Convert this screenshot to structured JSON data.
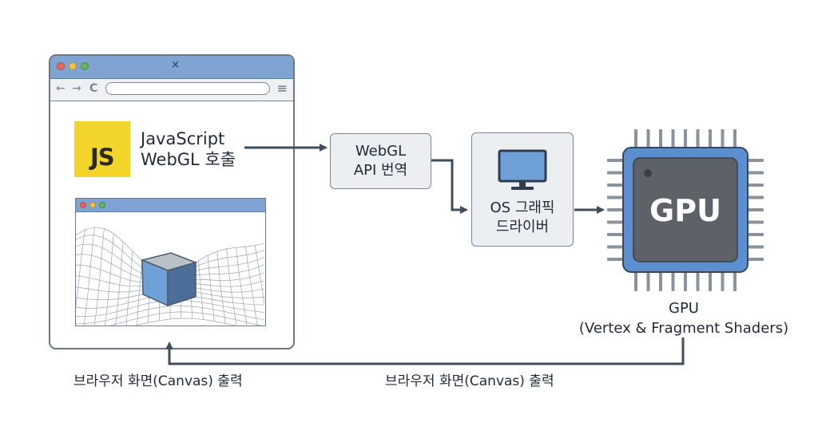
{
  "browser": {
    "close_glyph": "×",
    "nav_back": "←",
    "nav_forward": "→",
    "nav_reload": "C",
    "url": "",
    "menu_glyph": "≡"
  },
  "js": {
    "logo_text": "JS",
    "line1": "JavaScript",
    "line2": "WebGL 호출"
  },
  "webgl_box": {
    "line1": "WebGL",
    "line2": "API 번역"
  },
  "os_box": {
    "line1": "OS 그래픽",
    "line2": "드라이버",
    "icon": "monitor-icon"
  },
  "gpu": {
    "chip_label": "GPU",
    "caption_line1": "GPU",
    "caption_line2": "(Vertex & Fragment Shaders)",
    "icon": "gpu-chip-icon"
  },
  "output_labels": {
    "left": "브라우저 화면(Canvas) 출력",
    "right": "브라우저 화면(Canvas) 출력"
  },
  "colors": {
    "titlebar": "#7fa3d2",
    "js_yellow": "#f2d52b",
    "arrow": "#3f4d5c",
    "chip_dark": "#5d6268",
    "chip_blue": "#5b8fd0",
    "cube_front": "#6fa0d8"
  }
}
